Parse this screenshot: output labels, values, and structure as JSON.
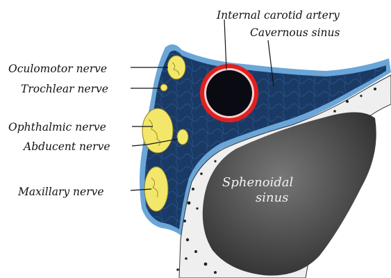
{
  "labels": {
    "internal_carotid_artery": "Internal carotid artery",
    "cavernous_sinus": "Cavernous sinus",
    "oculomotor_nerve": "Oculomotor nerve",
    "trochlear_nerve": "Trochlear nerve",
    "ophthalmic_nerve": "Ophthalmic nerve",
    "abducent_nerve": "Abducent nerve",
    "maxillary_nerve": "Maxillary nerve",
    "sphenoidal_sinus_line1": "Sphenoidal",
    "sphenoidal_sinus_line2": "sinus"
  },
  "colors": {
    "venous_sinus": "#1a3a66",
    "sinus_wall": "#6aa6d8",
    "artery_ring": "#e0201e",
    "artery_lumen": "#0a0a12",
    "nerve": "#f2e76a",
    "bone_sinus": "#555555"
  }
}
